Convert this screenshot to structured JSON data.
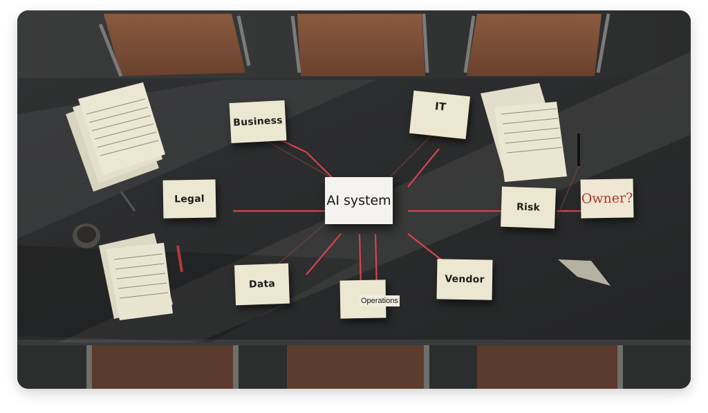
{
  "image": {
    "center_label": "AI system",
    "notes": {
      "business": "Business",
      "it": "IT",
      "legal": "Legal",
      "risk": "Risk",
      "owner": "Owner?",
      "data": "Data",
      "operations": "Operations",
      "vendor": "Vendor"
    }
  },
  "colors": {
    "table": "#2a2b2c",
    "note_paper": "#ece7d0",
    "string_red": "#d8434f",
    "owner_text": "#a8382c"
  }
}
